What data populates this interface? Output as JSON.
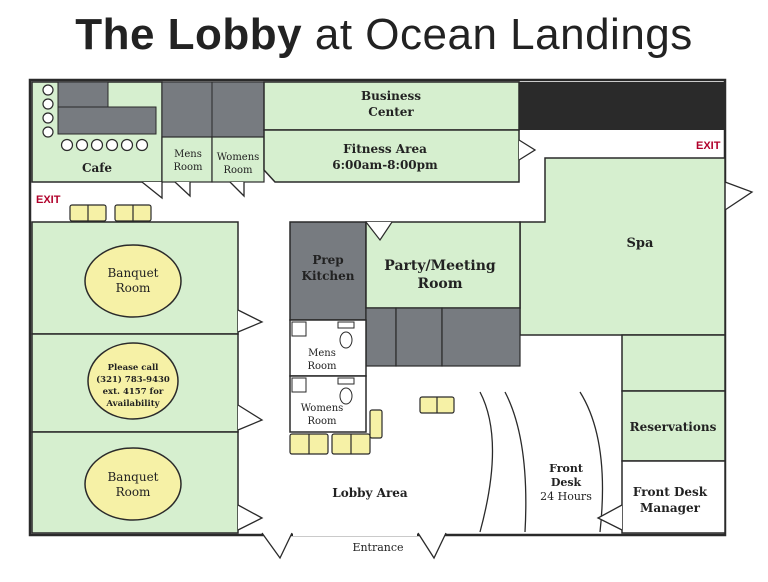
{
  "title": {
    "bold": "The Lobby",
    "rest": " at Ocean Landings"
  },
  "rooms": {
    "cafe": "Cafe",
    "mens_room_1": [
      "Mens",
      "Room"
    ],
    "womens_room_1": [
      "Womens",
      "Room"
    ],
    "business_center": [
      "Business",
      "Center"
    ],
    "fitness_area": [
      "Fitness Area",
      "6:00am-8:00pm"
    ],
    "spa": "Spa",
    "prep_kitchen": [
      "Prep",
      "Kitchen"
    ],
    "party_meeting": [
      "Party/Meeting",
      "Room"
    ],
    "banquet_1": [
      "Banquet",
      "Room"
    ],
    "banquet_2": [
      "Banquet",
      "Room"
    ],
    "availability": [
      "Please call",
      "(321) 783-9430",
      "ext. 4157 for",
      "Availability"
    ],
    "mens_room_2": [
      "Mens",
      "Room"
    ],
    "womens_room_2": [
      "Womens",
      "Room"
    ],
    "reservations": "Reservations",
    "front_desk": [
      "Front",
      "Desk",
      "24 Hours"
    ],
    "front_desk_manager": [
      "Front Desk",
      "Manager"
    ],
    "lobby_area": "Lobby Area",
    "entrance": "Entrance"
  },
  "exits": {
    "left": "EXIT",
    "right": "EXIT"
  },
  "colors": {
    "room": "#d6efcf",
    "service": "#777b80",
    "wall": "#2a2a2a",
    "hall": "#ffffff",
    "furniture": "#f6f1a6"
  }
}
